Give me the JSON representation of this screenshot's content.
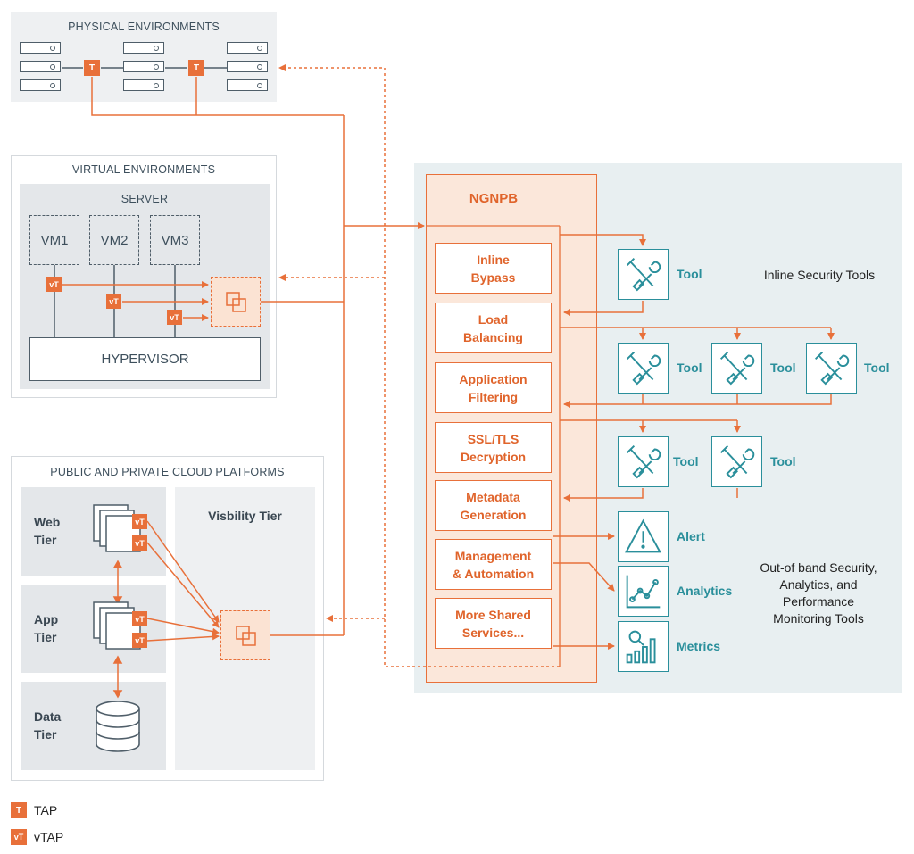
{
  "physical": {
    "title": "PHYSICAL ENVIRONMENTS",
    "tap_letter": "T"
  },
  "virtual": {
    "title": "VIRTUAL ENVIRONMENTS",
    "server_title": "SERVER",
    "vms": [
      "VM1",
      "VM2",
      "VM3"
    ],
    "hypervisor": "HYPERVISOR",
    "vtap_letter": "vT"
  },
  "cloud": {
    "title": "PUBLIC AND PRIVATE CLOUD PLATFORMS",
    "tiers": [
      "Web\nTier",
      "App\nTier",
      "Data\nTier"
    ],
    "visibility_tier": "Visbility Tier"
  },
  "ngnpb": {
    "title": "NGNPB",
    "functions": [
      "Inline\nBypass",
      "Load\nBalancing",
      "Application\nFiltering",
      "SSL/TLS\nDecryption",
      "Metadata\nGeneration",
      "Management\n& Automation",
      "More Shared\nServices..."
    ]
  },
  "tools": {
    "tool_label": "Tool",
    "inline_group_label": "Inline Security Tools",
    "alert": "Alert",
    "analytics": "Analytics",
    "metrics": "Metrics",
    "oob_group_label": "Out-of band Security,\nAnalytics, and\nPerformance\nMonitoring Tools"
  },
  "legend": {
    "tap_icon": "T",
    "tap": "TAP",
    "vtap_icon": "vT",
    "vtap": "vTAP"
  },
  "colors": {
    "orange": "#e8703a",
    "teal": "#2a8f9b",
    "panel_gray": "#eef0f2",
    "ngnpb_fill": "#fbe7da"
  }
}
